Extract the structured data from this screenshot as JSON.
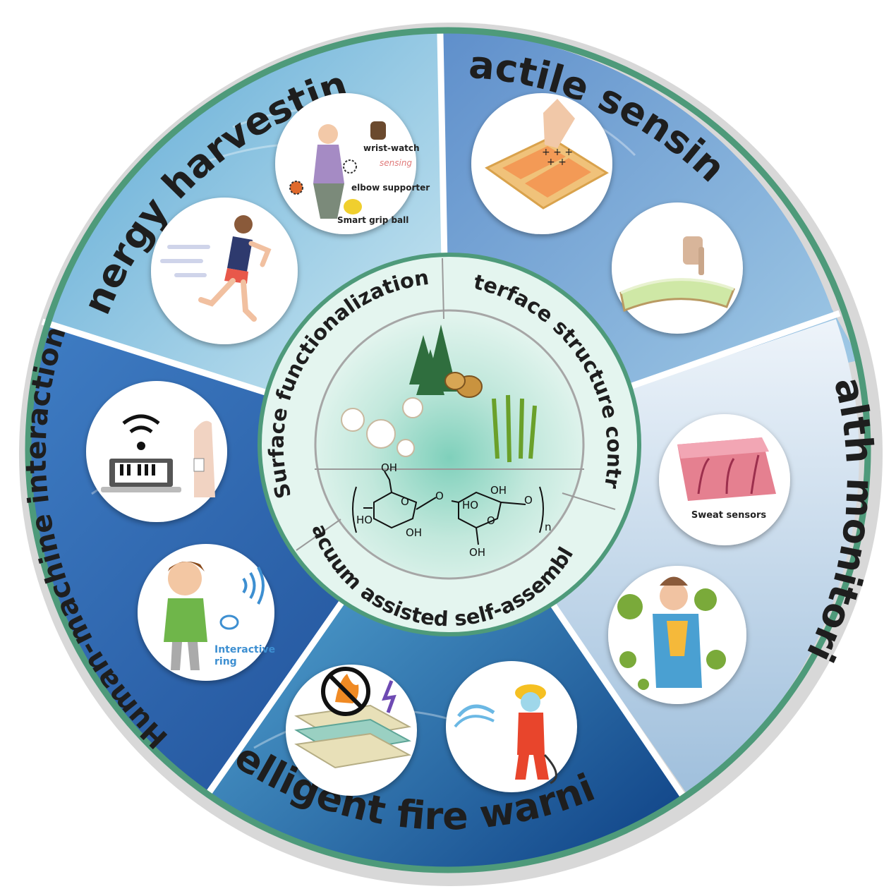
{
  "outer_sectors": [
    {
      "id": "energy",
      "label": "Energy harvesting",
      "color": "#8fcbe2"
    },
    {
      "id": "tactile",
      "label": "Tactile sensing",
      "color": "#6f9fd0"
    },
    {
      "id": "health",
      "label": "Health monitoring",
      "color": "#a9c6e0"
    },
    {
      "id": "fire",
      "label": "Intelligent fire warning",
      "color": "#2f86c5"
    },
    {
      "id": "hmi",
      "label": "Human-machine interaction",
      "color": "#2f69b0"
    }
  ],
  "inner_methods": {
    "surface": "Surface functionalization",
    "interface": "Interface structure control",
    "vacuum": "Vacuum assisted self-assembly"
  },
  "illustration_labels": {
    "wrist_watch": "wrist-watch",
    "sensing": "sensing",
    "elbow_supporter": "elbow supporter",
    "smart_grip_ball": "Smart grip ball",
    "sweat_sensors": "Sweat sensors",
    "interactive_ring_1": "Interactive",
    "interactive_ring_2": "ring"
  },
  "chemical_structure": {
    "oh1": "OH",
    "oh2": "OH",
    "oh3": "OH",
    "oh4": "OH",
    "ho1": "HO",
    "ho2": "HO",
    "o1": "O",
    "o2": "O",
    "o3": "O",
    "o4": "O",
    "n": "n"
  },
  "colors": {
    "ring_border": "#4e9a7a",
    "center_fill": "#c9ebe1",
    "center_ring": "#e6f5ef"
  }
}
